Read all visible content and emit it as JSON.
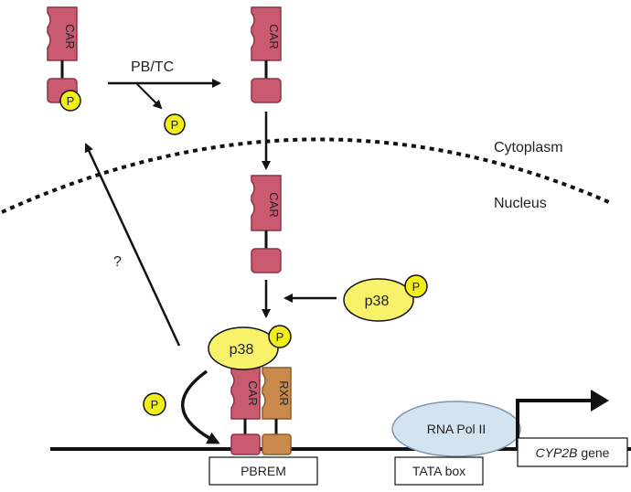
{
  "labels": {
    "car": "CAR",
    "rxr": "RXR",
    "p38": "p38",
    "p": "P",
    "pb_tc": "PB/TC",
    "cytoplasm": "Cytoplasm",
    "nucleus": "Nucleus",
    "question": "?",
    "pbrem": "PBREM",
    "tata_box": "TATA box",
    "rna_pol": "RNA Pol II",
    "gene_italic": "CYP2B",
    "gene_suffix": " gene"
  },
  "colors": {
    "car_fill": "#c95a70",
    "car_stroke": "#8e3345",
    "rxr_fill": "#c98a4c",
    "rxr_stroke": "#8a5a2a",
    "phospho_fill": "#f2ee1a",
    "p38_fill": "#f7f26a",
    "rna_pol_fill": "#d3e3ef",
    "rna_pol_stroke": "#7d97ad",
    "line": "#111111"
  }
}
